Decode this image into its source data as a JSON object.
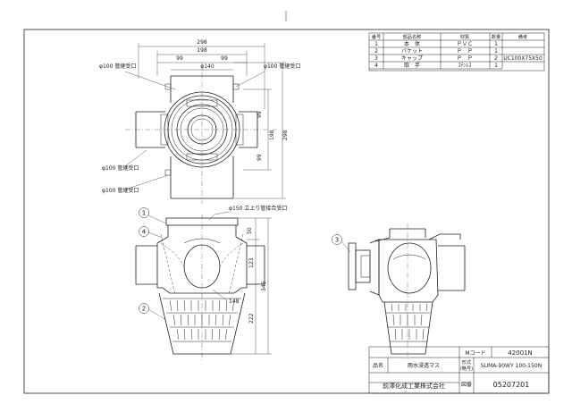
{
  "parts_table": {
    "headers": [
      "番号",
      "部品名称",
      "材質",
      "数量",
      "備考"
    ],
    "rows": [
      {
        "no": "1",
        "name": "本　体",
        "material": "ＰＶＣ",
        "qty": "1",
        "note": ""
      },
      {
        "no": "2",
        "name": "バケット",
        "material": "Ｐ　Ｐ",
        "qty": "1",
        "note": ""
      },
      {
        "no": "3",
        "name": "キャップ",
        "material": "Ｐ　Ｐ",
        "qty": "2",
        "note": "UC100X75X50"
      },
      {
        "no": "4",
        "name": "取　手",
        "material": "ｽﾃﾝﾚｽ",
        "qty": "1",
        "note": ""
      }
    ]
  },
  "top_view": {
    "dim_total": "298",
    "dim_inner": "198",
    "dim_left": "99",
    "dim_right": "99",
    "dim_center": "φ140",
    "dim_side_total": "298",
    "dim_side_inner": "198",
    "dim_side_upper": "99",
    "dim_side_lower": "99",
    "labels": [
      "φ100 管継受口",
      "φ100 管継受口",
      "φ100 管継受口",
      "φ100 管継受口"
    ]
  },
  "front_view": {
    "top_label": "φ150 立上り管接合受口",
    "dim_50": "50",
    "dim_123": "123",
    "dim_345": "345",
    "dim_222": "222",
    "dim_148": "148",
    "balloons": [
      "1",
      "4",
      "2"
    ]
  },
  "side_view": {
    "balloons": [
      "3"
    ]
  },
  "title_block": {
    "mcode_label": "Mコード",
    "mcode_value": "42001N",
    "name_label": "品名",
    "name_value": "雨水浸透マス",
    "model_label_1": "形式",
    "model_label_2": "(略号)",
    "model_value": "SUMA-90WY 100-150N",
    "company": "前澤化成工業株式会社",
    "drawing_label": "図番",
    "drawing_value": "05207201"
  }
}
